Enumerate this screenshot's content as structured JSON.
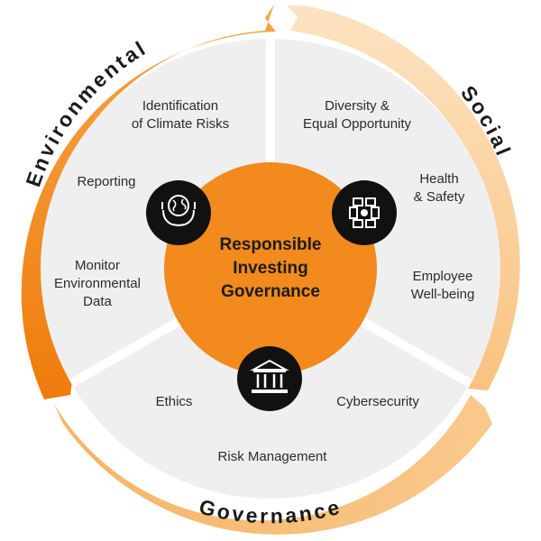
{
  "center_title": "Responsible\nInvesting\nGovernance",
  "pillars": {
    "environmental": "Environmental",
    "social": "Social",
    "governance": "Governance"
  },
  "environmental_items": {
    "climate_risks": "Identification\nof Climate Risks",
    "reporting": "Reporting",
    "monitor_data": "Monitor\nEnvironmental\nData"
  },
  "social_items": {
    "diversity": "Diversity &\nEqual Opportunity",
    "health_safety": "Health\n& Safety",
    "wellbeing": "Employee\nWell-being"
  },
  "governance_items": {
    "ethics": "Ethics",
    "cybersecurity": "Cybersecurity",
    "risk_management": "Risk Management"
  },
  "colors": {
    "orange": "#f28a1d",
    "dark_orange": "#f07f10",
    "light_orange": "#f9c27a",
    "pale_orange": "#fcdcb0",
    "segment_gray": "#efefef",
    "icon_black": "#111111"
  },
  "icons": {
    "environmental": "globe-in-hands-icon",
    "social": "joined-hands-icon",
    "governance": "institution-building-icon"
  }
}
